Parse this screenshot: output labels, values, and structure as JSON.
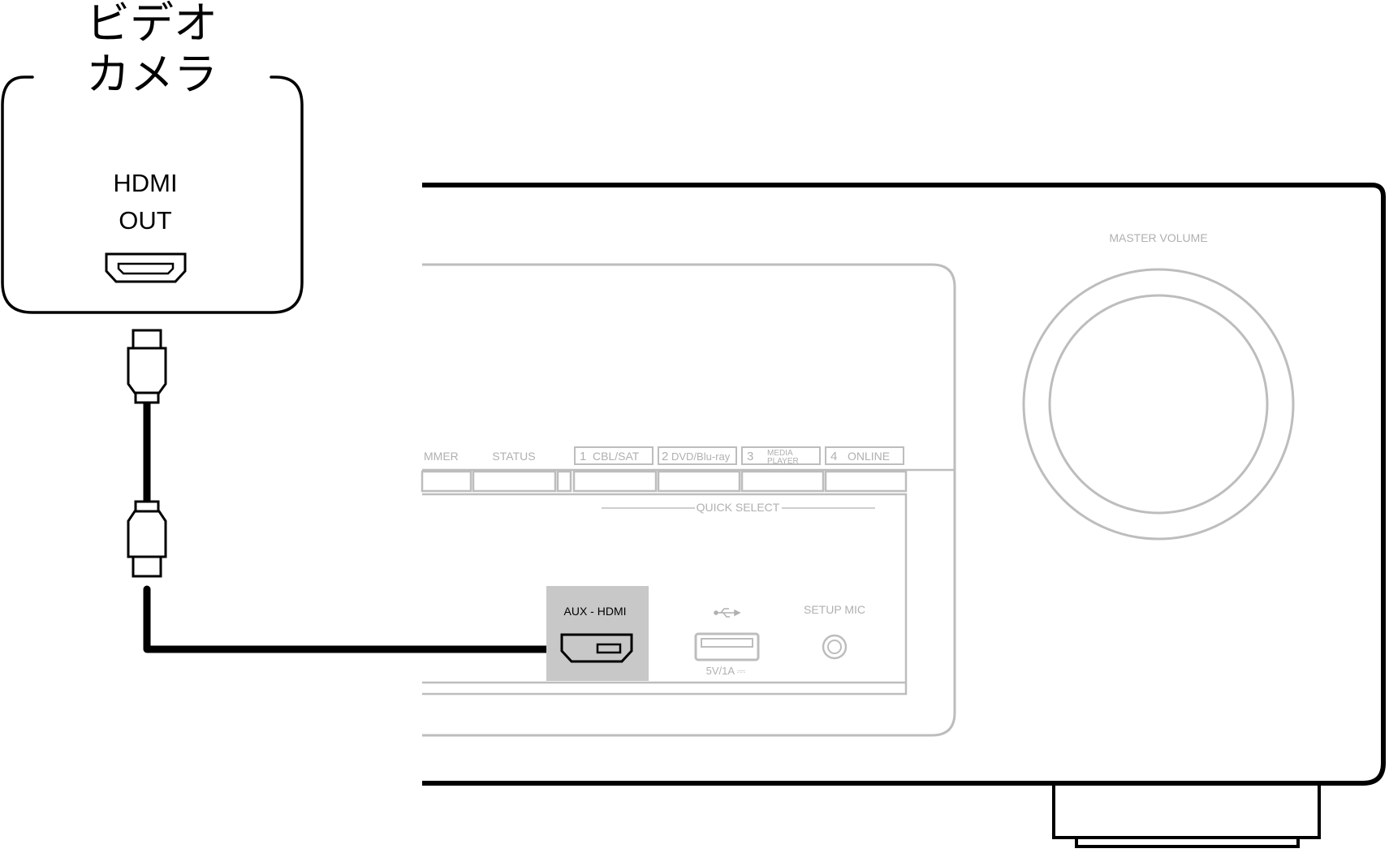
{
  "camera": {
    "title_line1": "ビデオ",
    "title_line2": "カメラ",
    "port_label_line1": "HDMI",
    "port_label_line2": "OUT"
  },
  "receiver": {
    "master_volume_label": "MASTER VOLUME",
    "buttons": {
      "dimmer_partial": "MMER",
      "status": "STATUS",
      "preset1_num": "1",
      "preset1_label": "CBL/SAT",
      "preset2_num": "2",
      "preset2_label": "DVD/Blu-ray",
      "preset3_num": "3",
      "preset3_label_line1": "MEDIA",
      "preset3_label_line2": "PLAYER",
      "preset4_num": "4",
      "preset4_label": "ONLINE"
    },
    "quick_select_label": "QUICK SELECT",
    "aux_hdmi_label": "AUX - HDMI",
    "usb_power_label": "5V/1A ⎓",
    "setup_mic_label": "SETUP MIC"
  },
  "colors": {
    "line": "#000000",
    "panel_gray": "#bdbdbd",
    "panel_text": "#b0b0b0",
    "aux_highlight": "#c8c8c8"
  }
}
